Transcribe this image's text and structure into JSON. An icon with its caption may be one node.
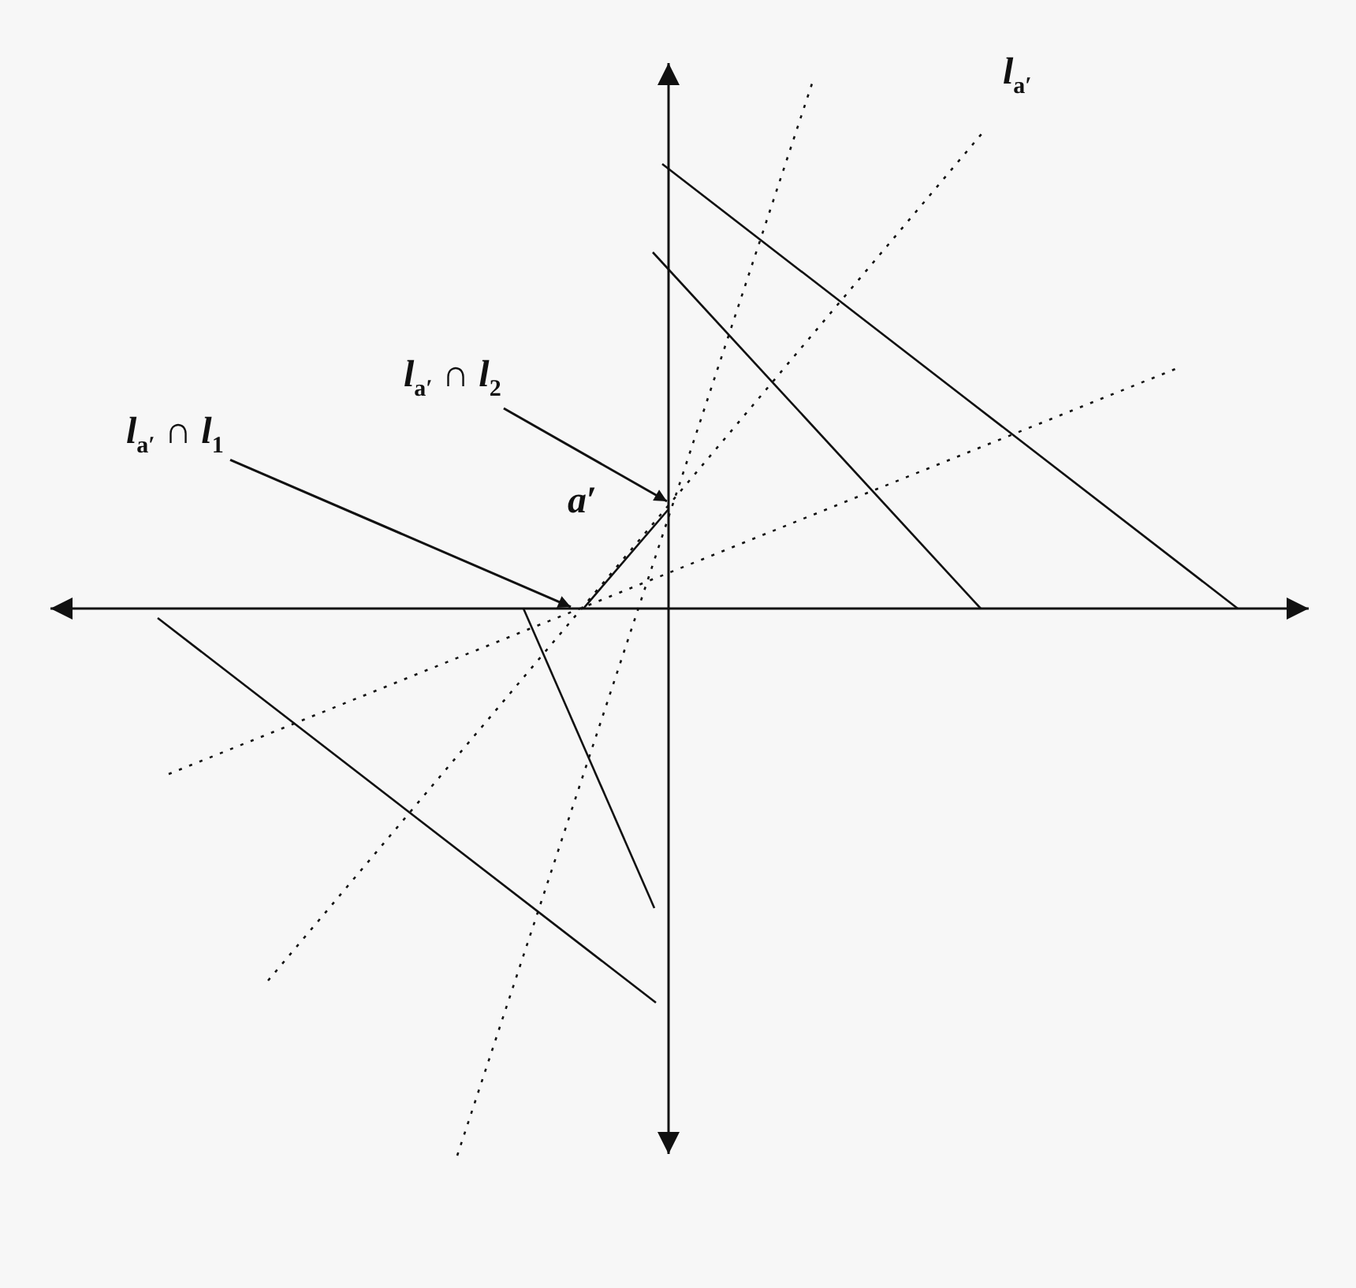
{
  "diagram": {
    "nodes": [
      {
        "text": [
          "*l*$_{a′}$ ∩ *l*$_{1}$"
        ]
      },
      {
        "text": [
          "*l*$_{a′}$ ∩ *l*$_{2}$"
        ]
      },
      {
        "text": [],
        "shape": "line"
      },
      {
        "text": [],
        "shape": "line"
      }
    ],
    "edges": [
      {
        "from": 0,
        "to": 2,
        "arrow": "to"
      },
      {
        "from": 1,
        "to": 3,
        "arrow": "to"
      }
    ],
    "labels": [
      "*a*′",
      "*l*$_{a′}$"
    ]
  }
}
